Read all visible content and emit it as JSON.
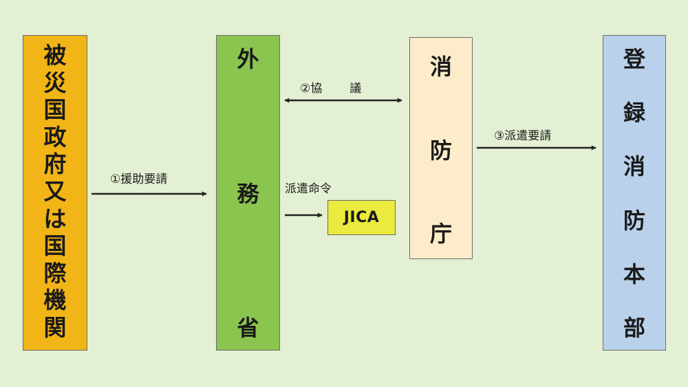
{
  "boxes": {
    "victim": [
      "被",
      "災",
      "国",
      "政",
      "府",
      "又",
      "は",
      "国",
      "際",
      "機",
      "関"
    ],
    "mofa": [
      "外",
      "務",
      "省"
    ],
    "fdma": [
      "消",
      "防",
      "庁"
    ],
    "hq": [
      "登",
      "録",
      "消",
      "防",
      "本",
      "部"
    ],
    "jica": "JICA"
  },
  "labels": {
    "request": "①援助要請",
    "consult_a": "②協",
    "consult_b": "議",
    "dispatch_order": "派遣命令",
    "dispatch_request": "③派遣要請"
  },
  "colors": {
    "background": "#e3f0d3",
    "victim": "#f2b517",
    "mofa": "#8ac550",
    "fdma": "#fcecc9",
    "hq": "#b9d1ea",
    "jica": "#eaea3f",
    "arrow": "#222222"
  }
}
